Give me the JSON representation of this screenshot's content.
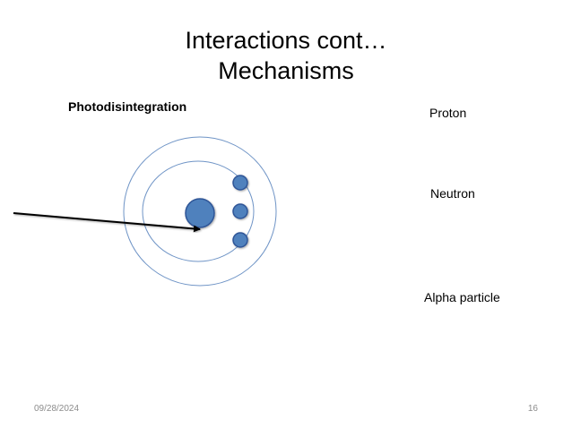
{
  "slide": {
    "title_line1": "Interactions cont…",
    "title_line2": "Mechanisms",
    "subheading": "Photodisintegration",
    "labels": {
      "proton": "Proton",
      "neutron": "Neutron",
      "alpha": "Alpha particle"
    },
    "footer": {
      "date": "09/28/2024",
      "page": "16"
    }
  },
  "colors": {
    "orbit": "#6f94c6",
    "nucleus_fill": "#4f81bd",
    "nucleus_stroke": "#2f5597",
    "arrow": "#000000",
    "footer_text": "#8c8c8c"
  },
  "icons": {
    "atom": "atom-diagram-icon",
    "photon_arrow": "incoming-photon-arrow-icon"
  }
}
